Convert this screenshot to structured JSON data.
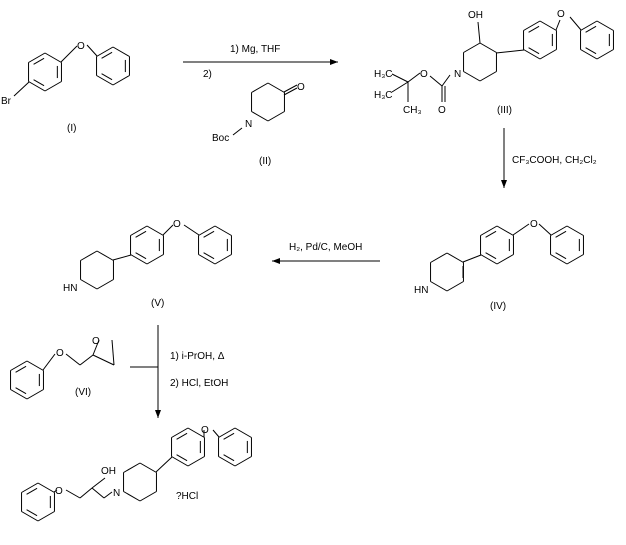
{
  "scheme": {
    "compounds": {
      "I": {
        "label": "(I)",
        "atoms": {
          "Br": "Br",
          "O": "O"
        }
      },
      "II": {
        "label": "(II)",
        "atoms": {
          "O": "O",
          "N": "N",
          "Boc": "Boc"
        }
      },
      "III": {
        "label": "(III)",
        "atoms": {
          "OH": "OH",
          "N": "N",
          "O_ether": "O",
          "O_ester": "O",
          "O_carbonyl": "O",
          "H3C_a": "H₃C",
          "H3C_b": "H₃C",
          "CH3": "CH₃"
        }
      },
      "IV": {
        "label": "(IV)",
        "atoms": {
          "HN": "HN",
          "O": "O"
        }
      },
      "V": {
        "label": "(V)",
        "atoms": {
          "HN": "HN",
          "O": "O"
        }
      },
      "VI": {
        "label": "(VI)",
        "atoms": {
          "O_ether": "O",
          "O_epoxide": "O"
        }
      },
      "product": {
        "atoms": {
          "O_ether1": "O",
          "OH": "OH",
          "N": "N",
          "O_ether2": "O"
        },
        "salt": "?HCl"
      }
    },
    "steps": {
      "step1_line1": "1) Mg, THF",
      "step1_line2": "2)",
      "step2": "CF₃COOH, CH₂Cl₂",
      "step3": "H₂, Pd/C, MeOH",
      "step4_line1": "1) i-PrOH, Δ",
      "step4_line2": "2) HCl, EtOH"
    }
  }
}
